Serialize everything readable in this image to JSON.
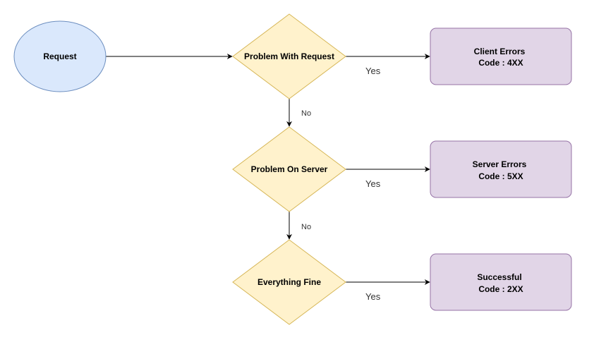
{
  "colors": {
    "ellipse_fill": "#dae8fc",
    "ellipse_stroke": "#6c8ebf",
    "diamond_fill": "#fff2cc",
    "diamond_stroke": "#d6b656",
    "box_fill": "#e1d5e7",
    "box_stroke": "#9673a6",
    "edge": "#000000"
  },
  "nodes": {
    "request": {
      "label": "Request"
    },
    "problem_with_request": {
      "label": "Problem With Request"
    },
    "problem_on_server": {
      "label": "Problem On Server"
    },
    "everything_fine": {
      "label": "Everything Fine"
    },
    "client_errors": {
      "line1": "Client Errors",
      "line2": "Code : 4XX"
    },
    "server_errors": {
      "line1": "Server Errors",
      "line2": "Code : 5XX"
    },
    "successful": {
      "line1": "Successful",
      "line2": "Code : 2XX"
    }
  },
  "edges": {
    "yes_label": "Yes",
    "no_label": "No"
  }
}
